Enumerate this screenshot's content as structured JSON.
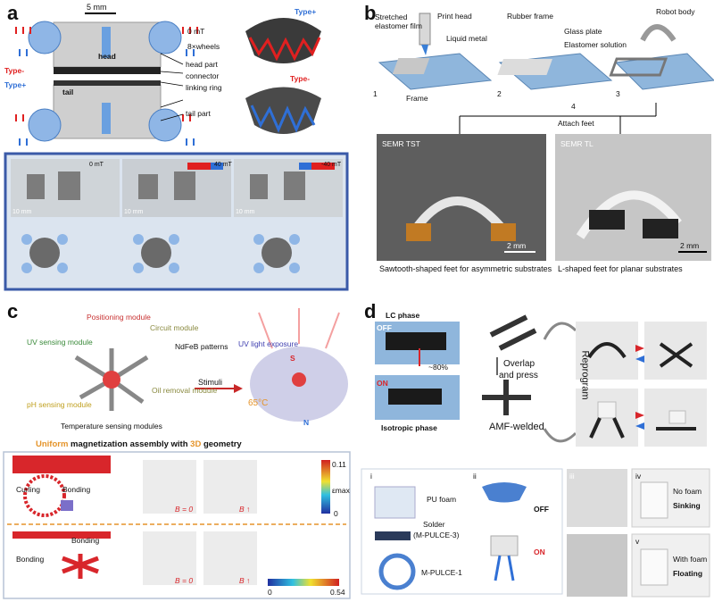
{
  "panels": {
    "a": {
      "letter": "a",
      "scale_bar": "5 mm",
      "labels": {
        "field_0": "0 mT",
        "wheels": "8×wheels",
        "head": "head",
        "head_part": "head part",
        "type_minus": "Type-",
        "type_plus": "Type+",
        "connector": "connector",
        "linking_ring": "linking ring",
        "tail": "tail",
        "tail_part": "tail part",
        "right_type_plus": "Type+",
        "right_type_minus": "Type-"
      },
      "sequence": [
        {
          "field": "0 mT",
          "scale": "10 mm"
        },
        {
          "field": "40 mT",
          "scale": "10 mm"
        },
        {
          "field": "-40 mT",
          "scale": "10 mm"
        }
      ]
    },
    "b": {
      "letter": "b",
      "labels": {
        "stretched": "Stretched elastomer film",
        "print_head": "Print head",
        "liquid_metal": "Liquid metal",
        "frame": "Frame",
        "rubber_frame": "Rubber frame",
        "glass_plate": "Glass plate",
        "elastomer_solution": "Elastomer solution",
        "robot_body": "Robot body",
        "step1": "1",
        "step2": "2",
        "step3": "3",
        "step4": "4",
        "attach": "Attach  feet"
      },
      "photos": [
        {
          "title": "SEMR TST",
          "scale": "2 mm",
          "caption": "Sawtooth-shaped feet for asymmetric substrates"
        },
        {
          "title": "SEMR TL",
          "scale": "2 mm",
          "caption": "L-shaped feet for planar substrates"
        }
      ]
    },
    "c": {
      "letter": "c",
      "labels": {
        "positioning": "Positioning module",
        "circuit": "Circuit module",
        "uv_sensing": "UV sensing module",
        "ndfeb": "NdFeB patterns",
        "stimuli": "Stimuli",
        "uv_light": "UV light exposure",
        "oil_removal": "Oil removal module",
        "ph_sensing": "pH sensing module",
        "temperature": "Temperature sensing modules",
        "temp_value": "65°C",
        "pole_s": "S",
        "pole_n": "N",
        "curling": "Curling",
        "bonding1": "Bonding",
        "bonding2": "Bonding",
        "bonding3": "Bonding",
        "b_zero_1": "B = 0",
        "b_up_1": "B ↑",
        "b_zero_2": "B = 0",
        "b_up_2": "B ↑",
        "eps": "εmax",
        "cb1_max": "0.11",
        "cb1_min": "0",
        "cb2_min": "0",
        "cb2_max": "0.54"
      },
      "title_parts": {
        "uniform": "Uniform",
        "middle": " magnetization assembly with ",
        "three_d": "3D",
        "end": " geometry"
      }
    },
    "d": {
      "letter": "d",
      "labels": {
        "lc_phase": "LC phase",
        "off": "OFF",
        "on": "ON",
        "percent": "~80%",
        "isotropic": "Isotropic phase",
        "overlap": "Overlap",
        "and_press": "and press",
        "amf": "AMF-welded",
        "reprogram": "Reprogram",
        "i": "i",
        "ii": "ii",
        "iii": "iii",
        "iv": "iv",
        "v": "v",
        "pu_foam": "PU foam",
        "solder": "Solder",
        "solder_sub": "(M-PULCE-3)",
        "mpulce1": "M-PULCE-1",
        "ii_off": "OFF",
        "ii_on": "ON",
        "no_foam": "No foam",
        "sinking": "Sinking",
        "with_foam": "With foam",
        "floating": "Floating"
      }
    }
  },
  "colors": {
    "type_minus": "#e02020",
    "type_plus": "#2f6fd6",
    "box_border": "#3a5aa8",
    "orange": "#e5942a",
    "red": "#d8262b"
  }
}
